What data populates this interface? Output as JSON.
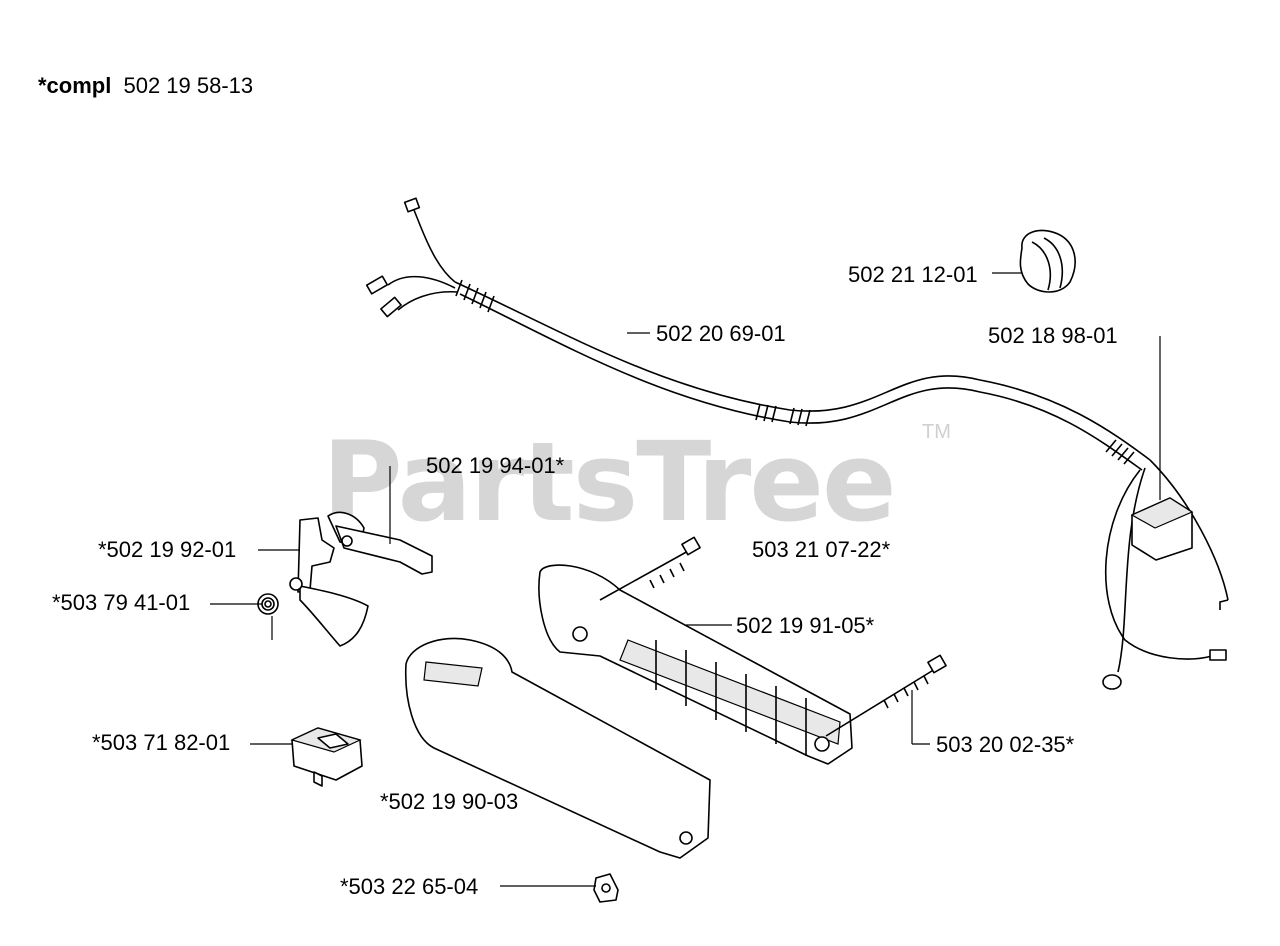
{
  "title": {
    "prefix": "*compl",
    "number": "502 19 58-13"
  },
  "watermark": {
    "text": "PartsTree",
    "tm": "TM"
  },
  "callouts": [
    "502 21 12-01",
    "502 20 69-01",
    "502 18 98-01",
    "502 19 94-01*",
    "*502 19 92-01",
    "503 21 07-22*",
    "*503 79 41-01",
    "502 19 91-05*",
    "503 20 02-35*",
    "*503 71 82-01",
    "*502 19 90-03",
    "*503 22 65-04"
  ]
}
